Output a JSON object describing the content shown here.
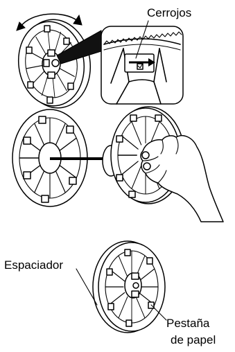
{
  "labels": {
    "latches": "Cerrojos",
    "spacer": "Espaciador",
    "paper_tab_line1": "Pestaña",
    "paper_tab_line2": "de papel"
  }
}
